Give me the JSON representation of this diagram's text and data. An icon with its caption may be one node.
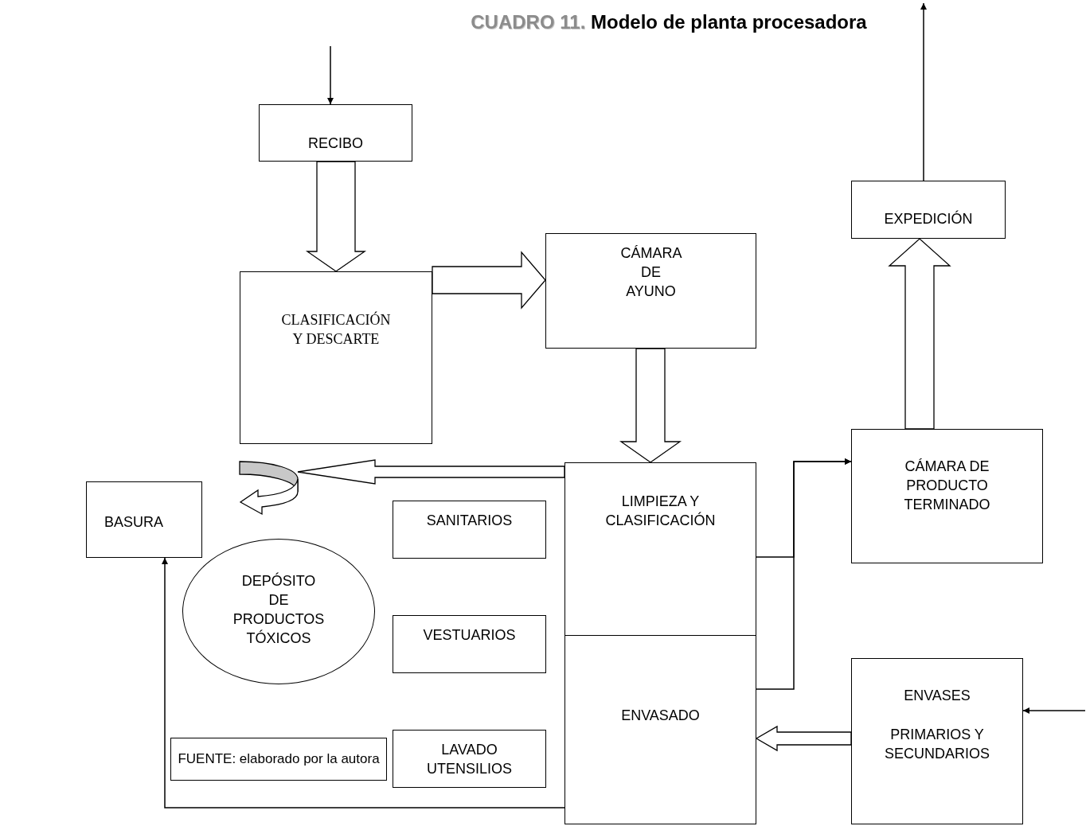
{
  "diagram": {
    "title": "CUADRO 11. Modelo de planta procesadora",
    "nodes": [
      {
        "text": [
          "RECIBO"
        ]
      },
      {
        "text": [
          "CLASIFICACIÓN Y DESCARTE"
        ]
      },
      {
        "text": [
          "CÁMARA DE AYUNO"
        ]
      },
      {
        "text": [
          "EXPEDICIÓN"
        ]
      },
      {
        "text": [
          "BASURA"
        ]
      },
      {
        "text": [
          "SANITARIOS"
        ]
      },
      {
        "text": [
          "DEPÓSITO DE PRODUCTOS TÓXICOS"
        ]
      },
      {
        "text": [
          "LIMPIEZA Y CLASIFICACIÓN"
        ]
      },
      {
        "text": [
          "VESTUARIOS"
        ]
      },
      {
        "text": [
          "CÁMARA DE PRODUCTO TERMINADO"
        ]
      },
      {
        "text": [
          "ENVASADO"
        ]
      },
      {
        "text": [
          "ENVASES",
          "PRIMARIOS Y SECUNDARIOS"
        ]
      },
      {
        "text": [
          "LAVADO UTENSILIOS"
        ]
      },
      {
        "text": [
          "FUENTE: elaborado por la autora"
        ]
      }
    ],
    "edges": [
      {
        "from": null,
        "to": 0,
        "arrow": "to"
      },
      {
        "from": 0,
        "to": 1,
        "arrow": "to",
        "style": "thick"
      },
      {
        "from": 1,
        "to": 2,
        "arrow": "to",
        "style": "thick"
      },
      {
        "from": 2,
        "to": 7,
        "arrow": "to",
        "style": "thick"
      },
      {
        "from": 7,
        "to": 4,
        "arrow": "to",
        "style": "thick"
      },
      {
        "from": 7,
        "to": 9,
        "arrow": "to"
      },
      {
        "from": 10,
        "to": 9,
        "arrow": "to"
      },
      {
        "from": 9,
        "to": 3,
        "arrow": "to",
        "style": "thick"
      },
      {
        "from": 3,
        "to": null,
        "arrow": "to"
      },
      {
        "from": null,
        "to": 11,
        "arrow": "to"
      },
      {
        "from": 11,
        "to": 10,
        "arrow": "to",
        "style": "thick"
      },
      {
        "from": 10,
        "to": 4,
        "arrow": "to"
      }
    ]
  }
}
